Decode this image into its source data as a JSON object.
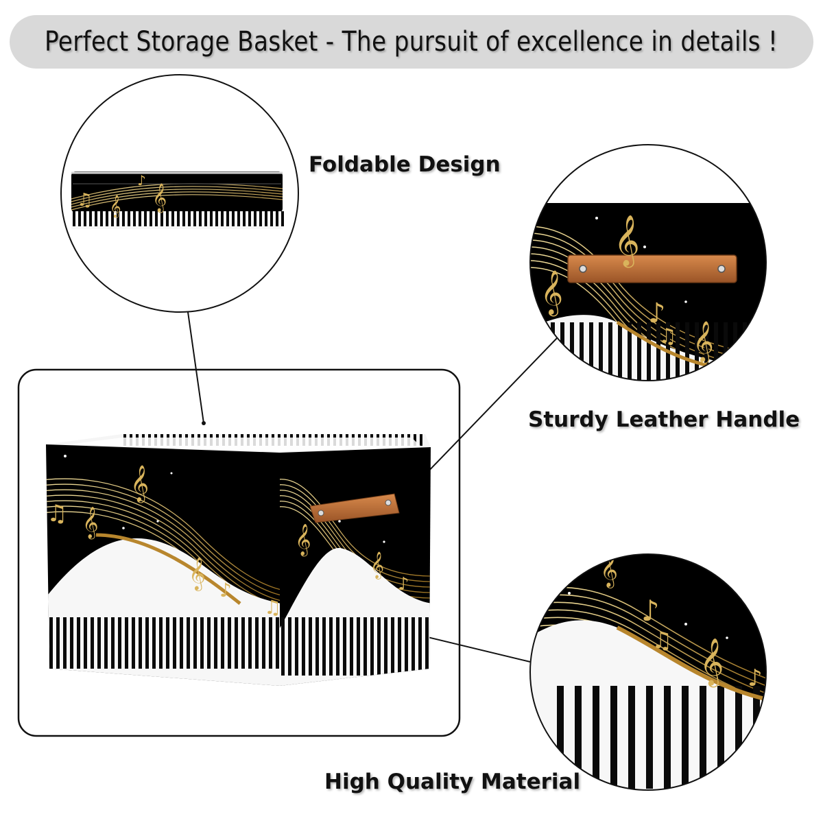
{
  "banner": {
    "text": "Perfect Storage Basket - The pursuit of excellence in details !"
  },
  "features": {
    "foldable": "Foldable Design",
    "handle": "Sturdy Leather Handle",
    "material": "High Quality Material"
  },
  "colors": {
    "banner_bg": "#d9d9d9",
    "basket_black": "#000000",
    "gold": "#d4b15a",
    "leather": "#c0703a",
    "piano_white": "#f7f7f7"
  },
  "icons": [
    "treble-clef-icon",
    "music-note-icon",
    "piano-keys-icon"
  ]
}
